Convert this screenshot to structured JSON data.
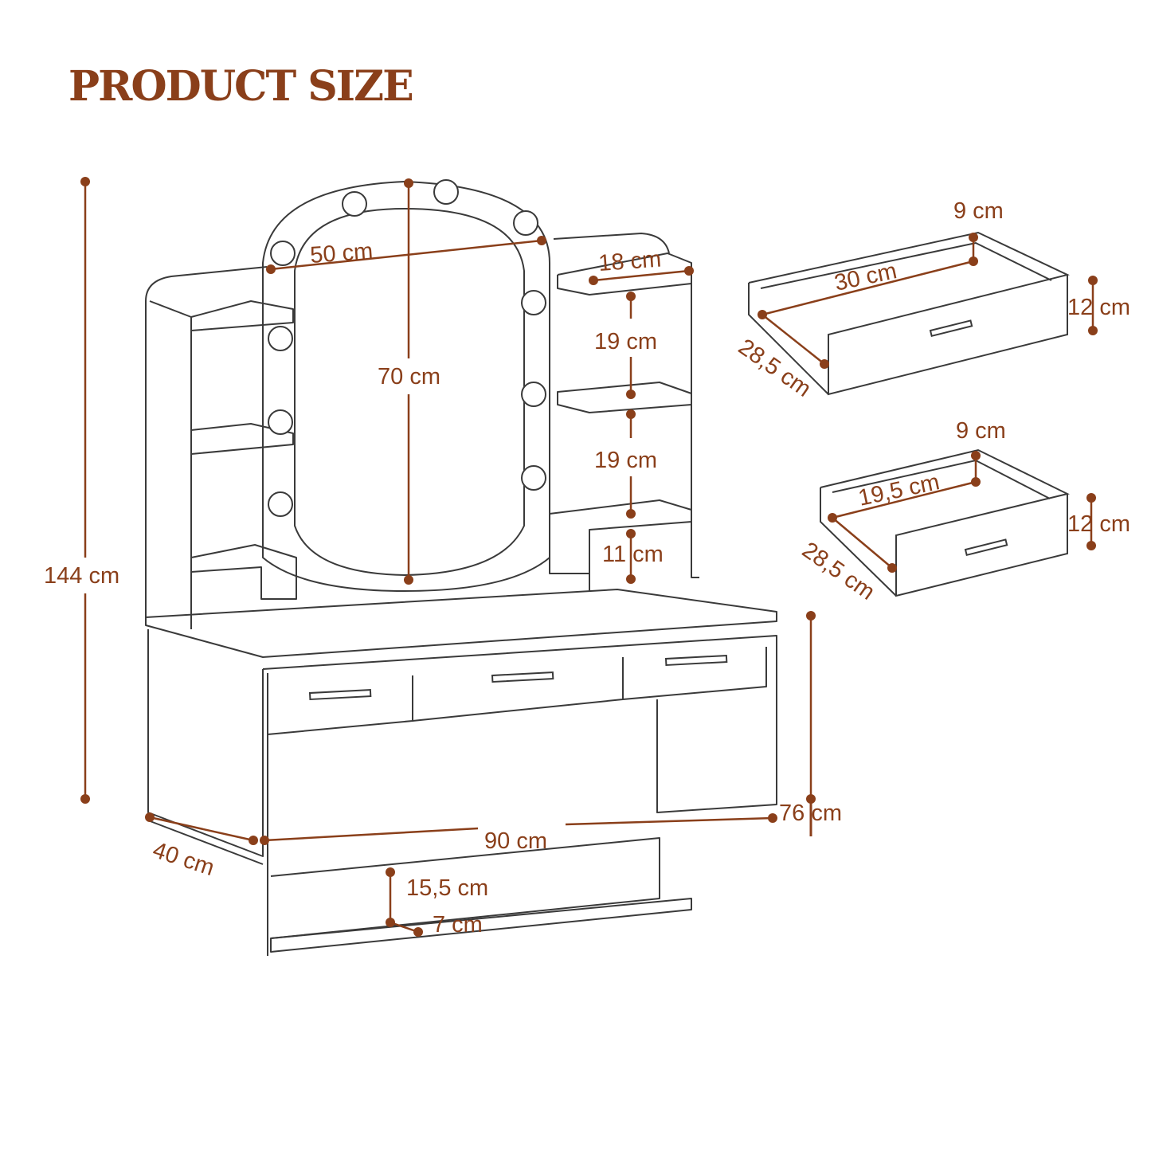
{
  "title": "PRODUCT SIZE",
  "colors": {
    "accent": "#8a3f1a",
    "outline": "#3a3a3a"
  },
  "dimensions": {
    "total_height": "144 cm",
    "mirror_width": "50 cm",
    "mirror_height": "70 cm",
    "shelf_width": "18 cm",
    "shelf_gap_upper": "19 cm",
    "shelf_gap_lower": "19 cm",
    "shelf_bottom_gap": "11 cm",
    "desk_height": "76 cm",
    "lower_shelf_height": "15,5 cm",
    "lower_shelf_depth": "7 cm",
    "width": "90 cm",
    "depth": "40 cm"
  },
  "drawer_large": {
    "height_inner": "9 cm",
    "width": "30 cm",
    "depth": "28,5 cm",
    "height": "12 cm"
  },
  "drawer_small": {
    "height_inner": "9 cm",
    "width": "19,5 cm",
    "depth": "28,5 cm",
    "height": "12 cm"
  }
}
